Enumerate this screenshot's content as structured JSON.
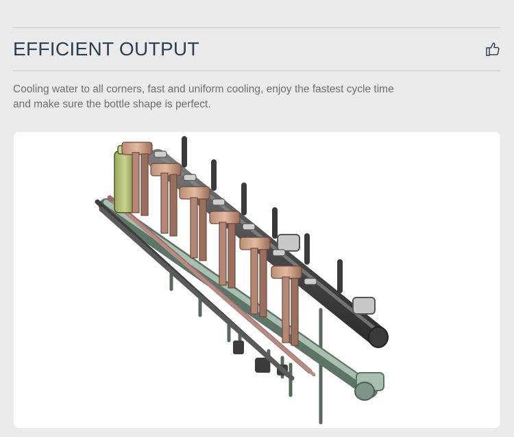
{
  "section": {
    "title": "EFFICIENT OUTPUT",
    "description": "Cooling water to all corners, fast and uniform cooling, enjoy the fastest cycle time and make sure the bottle shape is perfect."
  },
  "icons": {
    "like": "thumbs-up-icon"
  },
  "image": {
    "subject": "cooling-manifold-3d-render"
  },
  "colors": {
    "background": "#ebebeb",
    "title": "#2c3e50",
    "text": "#6f6f6f",
    "card": "#ffffff"
  }
}
